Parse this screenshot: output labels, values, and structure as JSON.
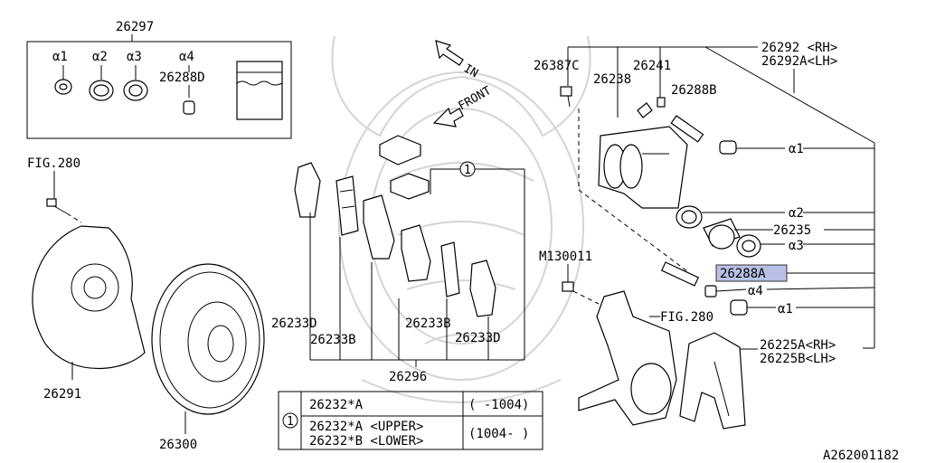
{
  "parts": {
    "kit": "26297",
    "kit_a1": "α1",
    "kit_a2": "α2",
    "kit_a3": "α3",
    "kit_a4": "α4",
    "kit_pin": "26288D",
    "fig280_top": "FIG.280",
    "dust_shield": "26291",
    "disc_rotor": "26300",
    "ref_circle": "1",
    "pad_26233d_a": "26233D",
    "pad_26233b_a": "26233B",
    "pad_26233b_b": "26233B",
    "pad_26233d_b": "26233D",
    "pad_set": "26296",
    "bolt_26387c": "26387C",
    "bleeder_26241": "26241",
    "p26238": "26238",
    "pin_26288b": "26288B",
    "caliper_rh": "26292 <RH>",
    "caliper_lh": "26292A<LH>",
    "r_a1": "α1",
    "r_a2": "α2",
    "piston": "26235",
    "r_a3": "α3",
    "pin_26288a": "26288A",
    "r_a4": "α4",
    "r_a1b": "α1",
    "bolt_m130011": "M130011",
    "fig280_mid": "FIG.280",
    "support_rh": "26225A<RH>",
    "support_lh": "26225B<LH>",
    "dir_in": "IN",
    "dir_front": "FRONT"
  },
  "table": {
    "ref": "1",
    "row1_part": "26232*A",
    "row1_date": "( -1004)",
    "row2_part_a": "26232*A <UPPER>",
    "row2_part_b": "26232*B <LOWER>",
    "row2_date": "(1004- )"
  },
  "diagram_id": "A262001182",
  "highlight_color": "#b7bfe6"
}
